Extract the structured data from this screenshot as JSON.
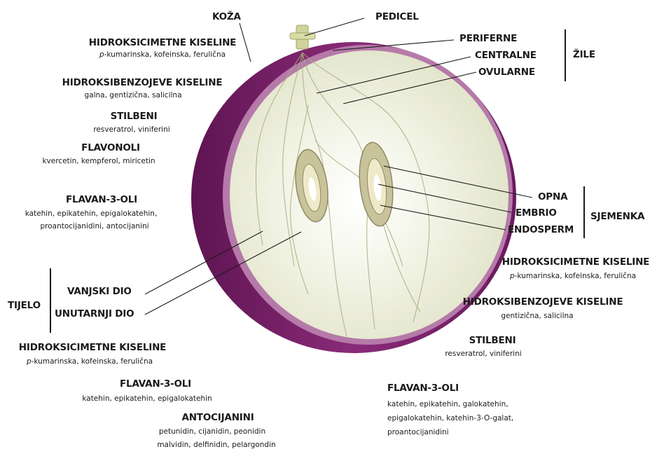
{
  "colors": {
    "skin": "#7a1f6a",
    "flesh": "#eeefdc",
    "seed": "#d4cfa8",
    "line": "#1a1a1a"
  },
  "top": {
    "koza": "KOŽA",
    "pedicel": "PEDICEL"
  },
  "zile": {
    "title": "ŽILE",
    "periferne": "PERIFERNE",
    "centralne": "CENTRALNE",
    "ovularne": "OVULARNE"
  },
  "skin_compounds": {
    "hc_title": "HIDROKSICIMETNE KISELINE",
    "hc_prefix": "p",
    "hc_items": "-kumarinska, kofeinska, ferulična",
    "hb_title": "HIDROKSIBENZOJEVE KISELINE",
    "hb_items": "galna, gentizična, salicilna",
    "st_title": "STILBENI",
    "st_items": "resveratrol, viniferini",
    "fl_title": "FLAVONOLI",
    "fl_items": "kvercetin, kempferol, miricetin",
    "f3_title": "FLAVAN-3-OLI",
    "f3_items1": "katehin, epikatehin, epigalokatehin,",
    "f3_items2": "proantocijanidini, antocijanini"
  },
  "tijelo": {
    "title": "TIJELO",
    "vanjski": "VANJSKI DIO",
    "unutarnji": "UNUTARNJI DIO"
  },
  "flesh_compounds": {
    "hc_title": "HIDROKSICIMETNE KISELINE",
    "hc_prefix": "p",
    "hc_items": "-kumarinska, kofeinska, ferulična",
    "f3_title": "FLAVAN-3-OLI",
    "f3_items": "katehin, epikatehin, epigalokatehin",
    "an_title": "ANTOCIJANINI",
    "an_items1": "petunidin, cijanidin, peonidin",
    "an_items2": "malvidin, delfinidin, pelargondin"
  },
  "sjemenka": {
    "title": "SJEMENKA",
    "opna": "OPNA",
    "embrio": "EMBRIO",
    "endosperm": "ENDOSPERM"
  },
  "seed_compounds": {
    "hc_title": "HIDROKSICIMETNE KISELINE",
    "hc_prefix": "p",
    "hc_items": "-kumarinska, kofeinska, ferulična",
    "hb_title": "HIDROKSIBENZOJEVE KISELINE",
    "hb_items": "gentizična, salicilna",
    "st_title": "STILBENI",
    "st_items": "resveratrol, viniferini",
    "f3_title": "FLAVAN-3-OLI",
    "f3_items1": "katehin, epikatehin, galokatehin,",
    "f3_items2": "epigalokatehin, katehin-3-O-galat,",
    "f3_items3": "proantocijanidini"
  }
}
